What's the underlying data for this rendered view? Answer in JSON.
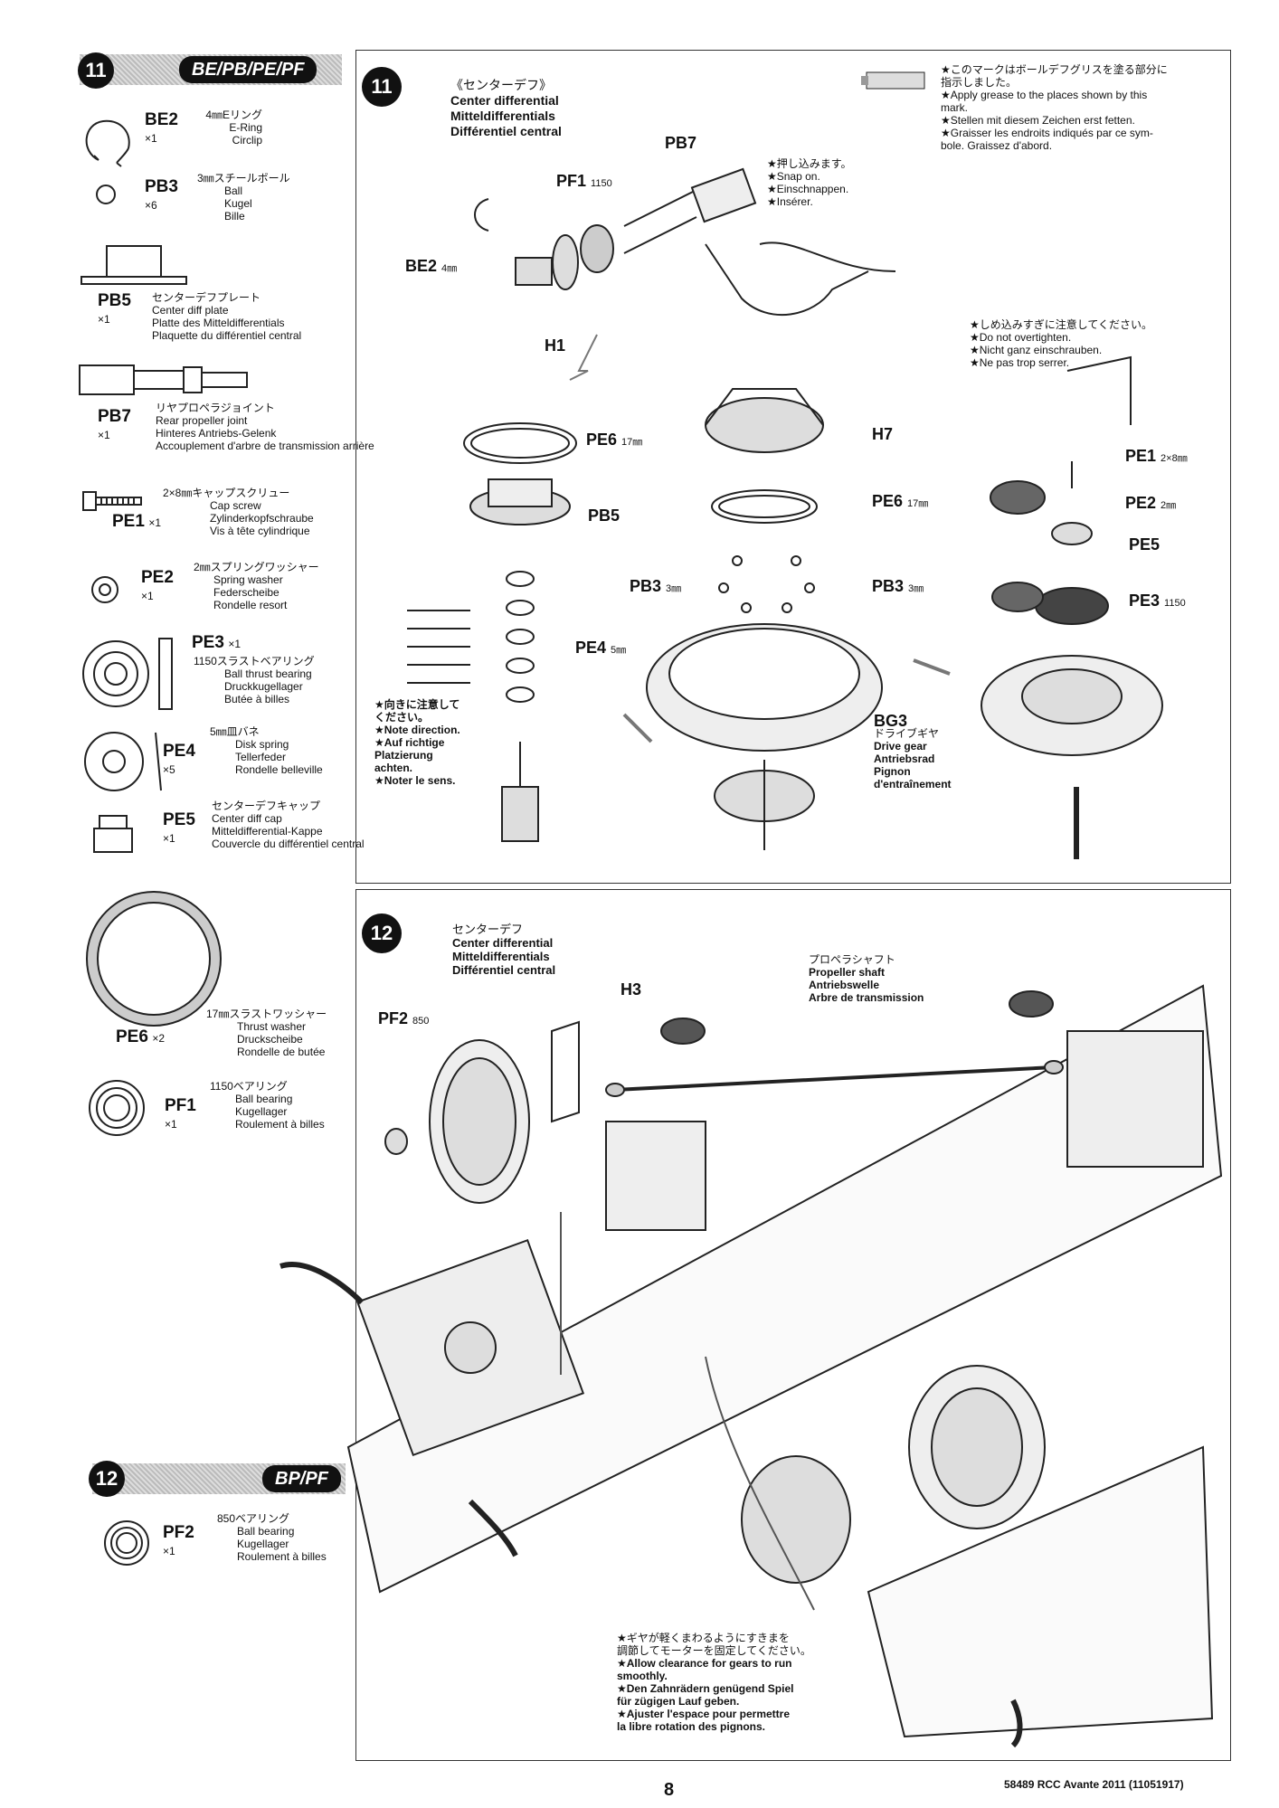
{
  "steps": {
    "s11": {
      "num": "11",
      "category": "BE/PB/PE/PF",
      "title_ja": "《センターデフ》",
      "title_en": "Center differential",
      "title_de": "Mitteldifferentials",
      "title_fr": "Différentiel central"
    },
    "s12": {
      "num": "12",
      "category": "BP/PF",
      "title_ja": "センターデフ",
      "title_en": "Center differential",
      "title_de": "Mitteldifferentials",
      "title_fr": "Différentiel central"
    }
  },
  "parts11": [
    {
      "code": "BE2",
      "qty": "×1",
      "ja": "4㎜Eリング",
      "en": "E-Ring",
      "de": "Circlip",
      "fr": ""
    },
    {
      "code": "PB3",
      "qty": "×6",
      "ja": "3㎜スチールボール",
      "en": "Ball",
      "de": "Kugel",
      "fr": "Bille"
    },
    {
      "code": "PB5",
      "qty": "×1",
      "ja": "センターデフプレート",
      "en": "Center diff plate",
      "de": "Platte des Mitteldifferentials",
      "fr": "Plaquette du différentiel central"
    },
    {
      "code": "PB7",
      "qty": "×1",
      "ja": "リヤプロペラジョイント",
      "en": "Rear propeller joint",
      "de": "Hinteres Antriebs-Gelenk",
      "fr": "Accouplement d'arbre de transmission arrière"
    },
    {
      "code": "PE1",
      "qty": "×1",
      "ja": "2×8㎜キャップスクリュー",
      "en": "Cap screw",
      "de": "Zylinderkopfschraube",
      "fr": "Vis à tête cylindrique"
    },
    {
      "code": "PE2",
      "qty": "×1",
      "ja": "2㎜スプリングワッシャー",
      "en": "Spring washer",
      "de": "Federscheibe",
      "fr": "Rondelle resort"
    },
    {
      "code": "PE3",
      "qty": "×1",
      "ja": "1150スラストベアリング",
      "en": "Ball thrust bearing",
      "de": "Druckkugellager",
      "fr": "Butée à billes"
    },
    {
      "code": "PE4",
      "qty": "×5",
      "ja": "5㎜皿バネ",
      "en": "Disk spring",
      "de": "Tellerfeder",
      "fr": "Rondelle belleville"
    },
    {
      "code": "PE5",
      "qty": "×1",
      "ja": "センターデフキャップ",
      "en": "Center diff cap",
      "de": "Mitteldifferential-Kappe",
      "fr": "Couvercle du différentiel central"
    },
    {
      "code": "PE6",
      "qty": "×2",
      "ja": "17㎜スラストワッシャー",
      "en": "Thrust washer",
      "de": "Druckscheibe",
      "fr": "Rondelle de butée"
    },
    {
      "code": "PF1",
      "qty": "×1",
      "ja": "1150ベアリング",
      "en": "Ball bearing",
      "de": "Kugellager",
      "fr": "Roulement à billes"
    }
  ],
  "parts12": [
    {
      "code": "PF2",
      "qty": "×1",
      "ja": "850ベアリング",
      "en": "Ball bearing",
      "de": "Kugellager",
      "fr": "Roulement à billes"
    }
  ],
  "labels11": {
    "pb7": "PB7",
    "pf1": "PF1",
    "pf1_size": "1150",
    "be2": "BE2",
    "be2_size": "4㎜",
    "h1": "H1",
    "pe6a": "PE6",
    "pe6a_size": "17㎜",
    "pb5": "PB5",
    "pe4": "PE4",
    "pe4_size": "5㎜",
    "h7": "H7",
    "pe6b": "PE6",
    "pe6b_size": "17㎜",
    "pb3a": "PB3",
    "pb3a_size": "3㎜",
    "pb3b": "PB3",
    "pb3b_size": "3㎜",
    "bg3": "BG3",
    "bg3_ja": "ドライブギヤ",
    "bg3_en": "Drive gear",
    "bg3_de": "Antriebsrad",
    "bg3_fr1": "Pignon",
    "bg3_fr2": "d'entraînement",
    "pe1": "PE1",
    "pe1_size": "2×8㎜",
    "pe2": "PE2",
    "pe2_size": "2㎜",
    "pe5": "PE5",
    "pe3": "PE3",
    "pe3_size": "1150"
  },
  "notes11": {
    "snap": [
      "★押し込みます。",
      "★Snap on.",
      "★Einschnappen.",
      "★Insérer."
    ],
    "grease": [
      "★このマークはボールデフグリスを塗る部分に",
      "指示しました。",
      "★Apply grease to the places shown by this",
      "mark.",
      "★Stellen mit diesem Zeichen erst fetten.",
      "★Graisser les endroits indiqués par ce sym-",
      "bole. Graissez d'abord."
    ],
    "tight": [
      "★しめ込みすぎに注意してください。",
      "★Do not overtighten.",
      "★Nicht ganz einschrauben.",
      "★Ne pas trop serrer."
    ],
    "direction": [
      "★向きに注意して",
      "ください。",
      "★Note direction.",
      "★Auf richtige",
      "Platzierung",
      "achten.",
      "★Noter le sens."
    ]
  },
  "labels12": {
    "pf2": "PF2",
    "pf2_size": "850",
    "h3": "H3",
    "shaft_ja": "プロペラシャフト",
    "shaft_en": "Propeller shaft",
    "shaft_de": "Antriebswelle",
    "shaft_fr": "Arbre de transmission"
  },
  "notes12": {
    "clearance": [
      "★ギヤが軽くまわるようにすきまを",
      "調節してモーターを固定してください。",
      "★Allow clearance for gears to run",
      "smoothly.",
      "★Den Zahnrädern genügend Spiel",
      "für zügigen Lauf geben.",
      "★Ajuster l'espace pour permettre",
      "la libre rotation des pignons."
    ]
  },
  "footer": {
    "page": "8",
    "model": "58489 RCC Avante 2011 (11051917)"
  }
}
